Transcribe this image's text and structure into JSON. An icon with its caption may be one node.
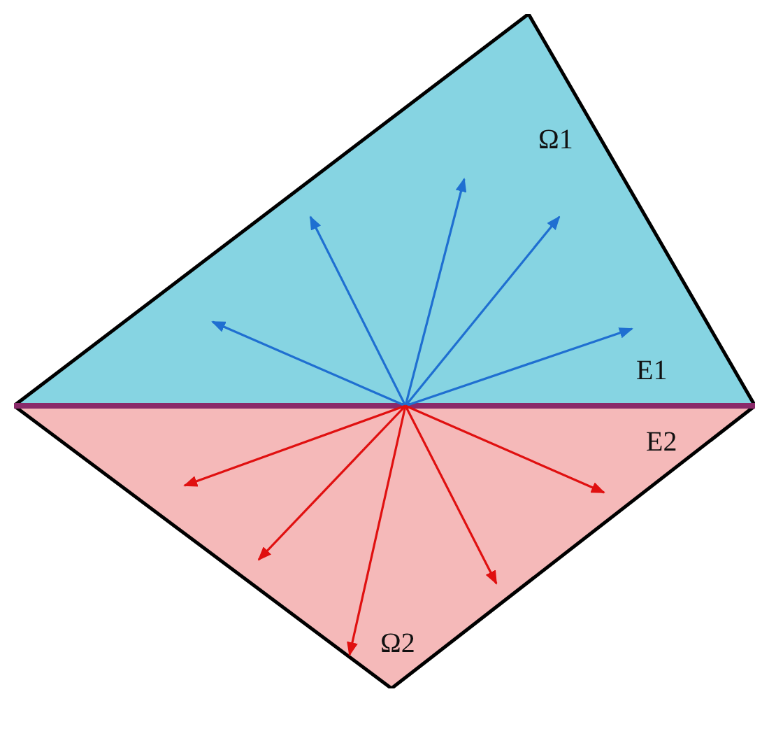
{
  "diagram": {
    "nodes": [
      {
        "text": [
          "Ω1",
          "E1"
        ]
      },
      {
        "text": [
          "E2",
          "Ω2"
        ]
      }
    ]
  }
}
